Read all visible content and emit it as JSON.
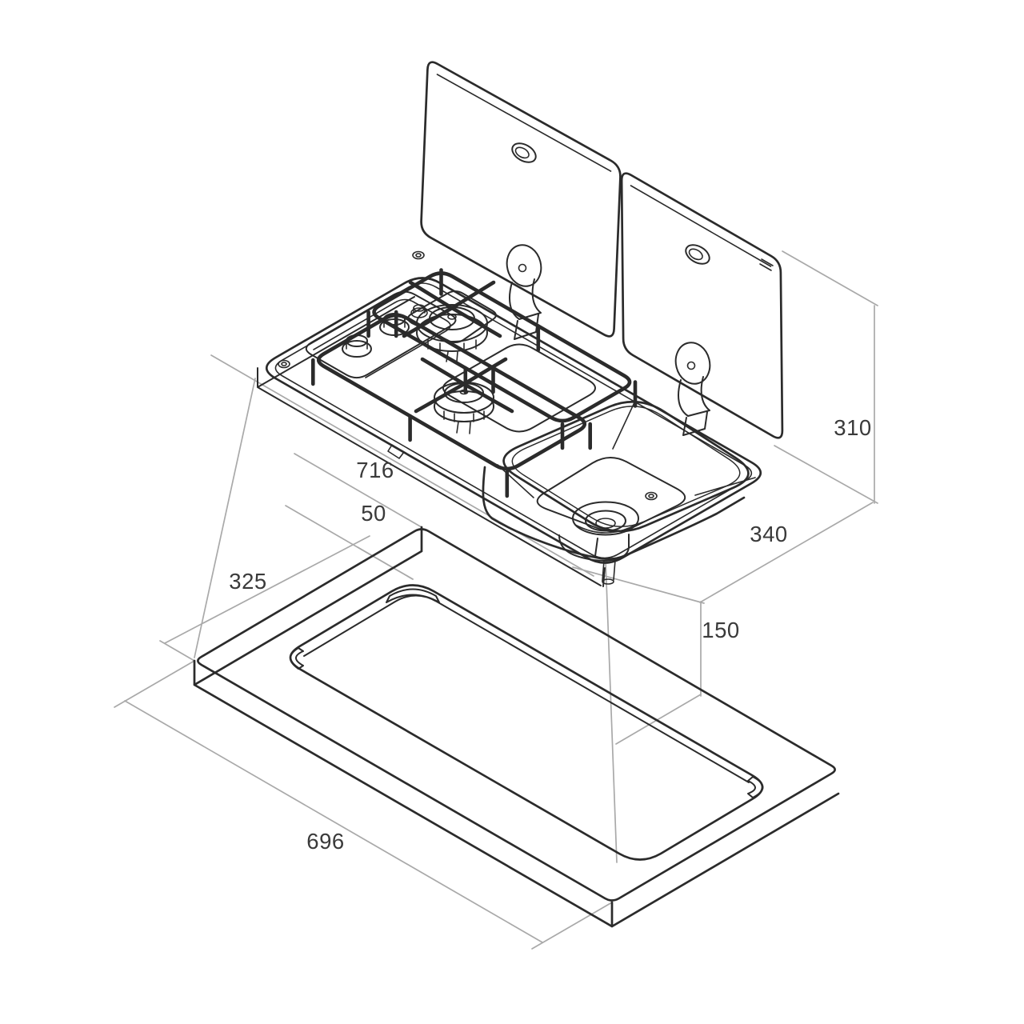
{
  "drawing": {
    "subject": "isometric technical drawing of a two-burner hob and sink combination unit with folding glass lids, shown above a worktop cutout panel",
    "background_color": "#ffffff",
    "stroke_color": "#2b2b2b",
    "dimension_line_color": "#a9a9a9",
    "label_color": "#3a3a3a",
    "labels": {
      "unit_length": "716",
      "edge_offset": "50",
      "cutout_width": "325",
      "cutout_length": "696",
      "lid_height": "310",
      "unit_width": "340",
      "bowl_depth": "150"
    }
  }
}
